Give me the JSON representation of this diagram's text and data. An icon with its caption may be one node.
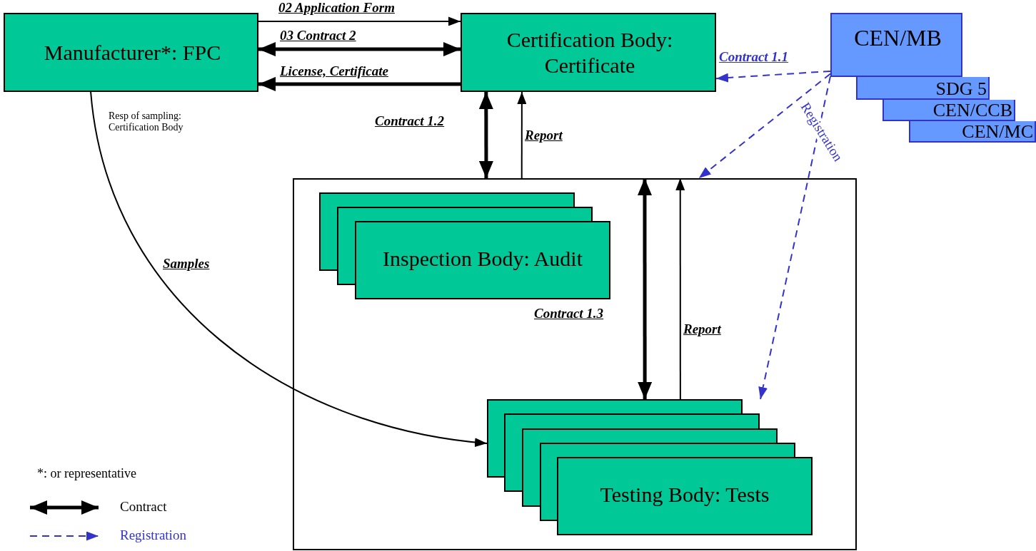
{
  "diagram": {
    "nodes": [
      {
        "text": [
          "Manufacturer*: FPC"
        ]
      },
      {
        "text": [
          "Certification Body: Certificate"
        ]
      },
      {
        "text": [
          "CEN/MB"
        ]
      },
      {
        "text": [
          "SDG 5"
        ]
      },
      {
        "text": [
          "CEN/CCB"
        ]
      },
      {
        "text": [
          "CEN/MC"
        ]
      },
      {
        "text": [],
        "shape": "box"
      },
      {
        "text": [
          "Inspection Body: Audit"
        ],
        "in": 6
      },
      {
        "text": [
          "Testing Body: Tests"
        ],
        "in": 6
      }
    ],
    "edges": [
      {
        "from": 0,
        "to": 1,
        "arrow": "to",
        "label": "02 Application Form"
      },
      {
        "from": 0,
        "to": 1,
        "arrow": "both",
        "label": "03 Contract 2",
        "style": "thick"
      },
      {
        "from": 1,
        "to": 0,
        "arrow": "to",
        "label": "License, Certificate",
        "style": "thick"
      },
      {
        "from": 1,
        "to": 6,
        "arrow": "both",
        "label": "Contract 1.2",
        "style": "thick"
      },
      {
        "from": 6,
        "to": 1,
        "arrow": "to",
        "label": "Report"
      },
      {
        "from": 6,
        "to": 8,
        "arrow": "both",
        "label": "Contract 1.3",
        "style": "thick"
      },
      {
        "from": 8,
        "to": 6,
        "arrow": "to",
        "label": "Report"
      },
      {
        "from": 0,
        "to": 8,
        "arrow": "to",
        "label": "Samples"
      },
      {
        "from": 2,
        "to": 1,
        "arrow": "to",
        "label": "Contract 1.1",
        "style": "dashed",
        "color": "#3333cc"
      },
      {
        "from": 2,
        "to": 6,
        "arrow": "to",
        "style": "dashed",
        "color": "#3333cc"
      },
      {
        "from": 2,
        "to": 8,
        "arrow": "to",
        "label": "Registration",
        "style": "dashed",
        "color": "#3333cc"
      }
    ],
    "labels": [
      "Resp of sampling: Certification Body",
      "*: or representative"
    ],
    "legend": [
      {
        "text": "Contract"
      },
      {
        "text": "Registration"
      }
    ]
  }
}
